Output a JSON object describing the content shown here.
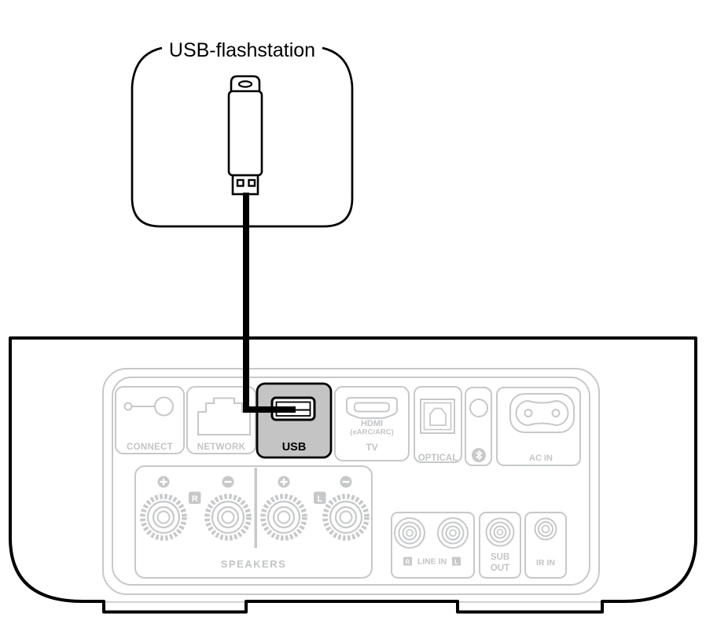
{
  "callout": {
    "label": "USB-flashstation"
  },
  "panel": {
    "connect": {
      "label": "CONNECT"
    },
    "network": {
      "label": "NETWORK"
    },
    "usb": {
      "label": "USB",
      "highlighted": true
    },
    "tv": {
      "hdmi": "HDMI",
      "earc": "(eARC/ARC)",
      "label": "TV"
    },
    "optical": {
      "label": "OPTICAL"
    },
    "bluetooth": {
      "label": ""
    },
    "ac_in": {
      "label": "AC IN"
    },
    "speakers": {
      "label": "SPEAKERS",
      "right_badge": "R",
      "left_badge": "L"
    },
    "line_in": {
      "label": "LINE IN",
      "right_badge": "R",
      "left_badge": "L"
    },
    "sub_out": {
      "line1": "SUB",
      "line2": "OUT"
    },
    "ir_in": {
      "label": "IR IN"
    }
  },
  "colors": {
    "line_black": "#000000",
    "panel_gray_line": "#c6c8ca",
    "panel_gray_text": "#c2c4c6",
    "usb_highlight_fill": "#c4c4c4",
    "background": "#ffffff"
  }
}
